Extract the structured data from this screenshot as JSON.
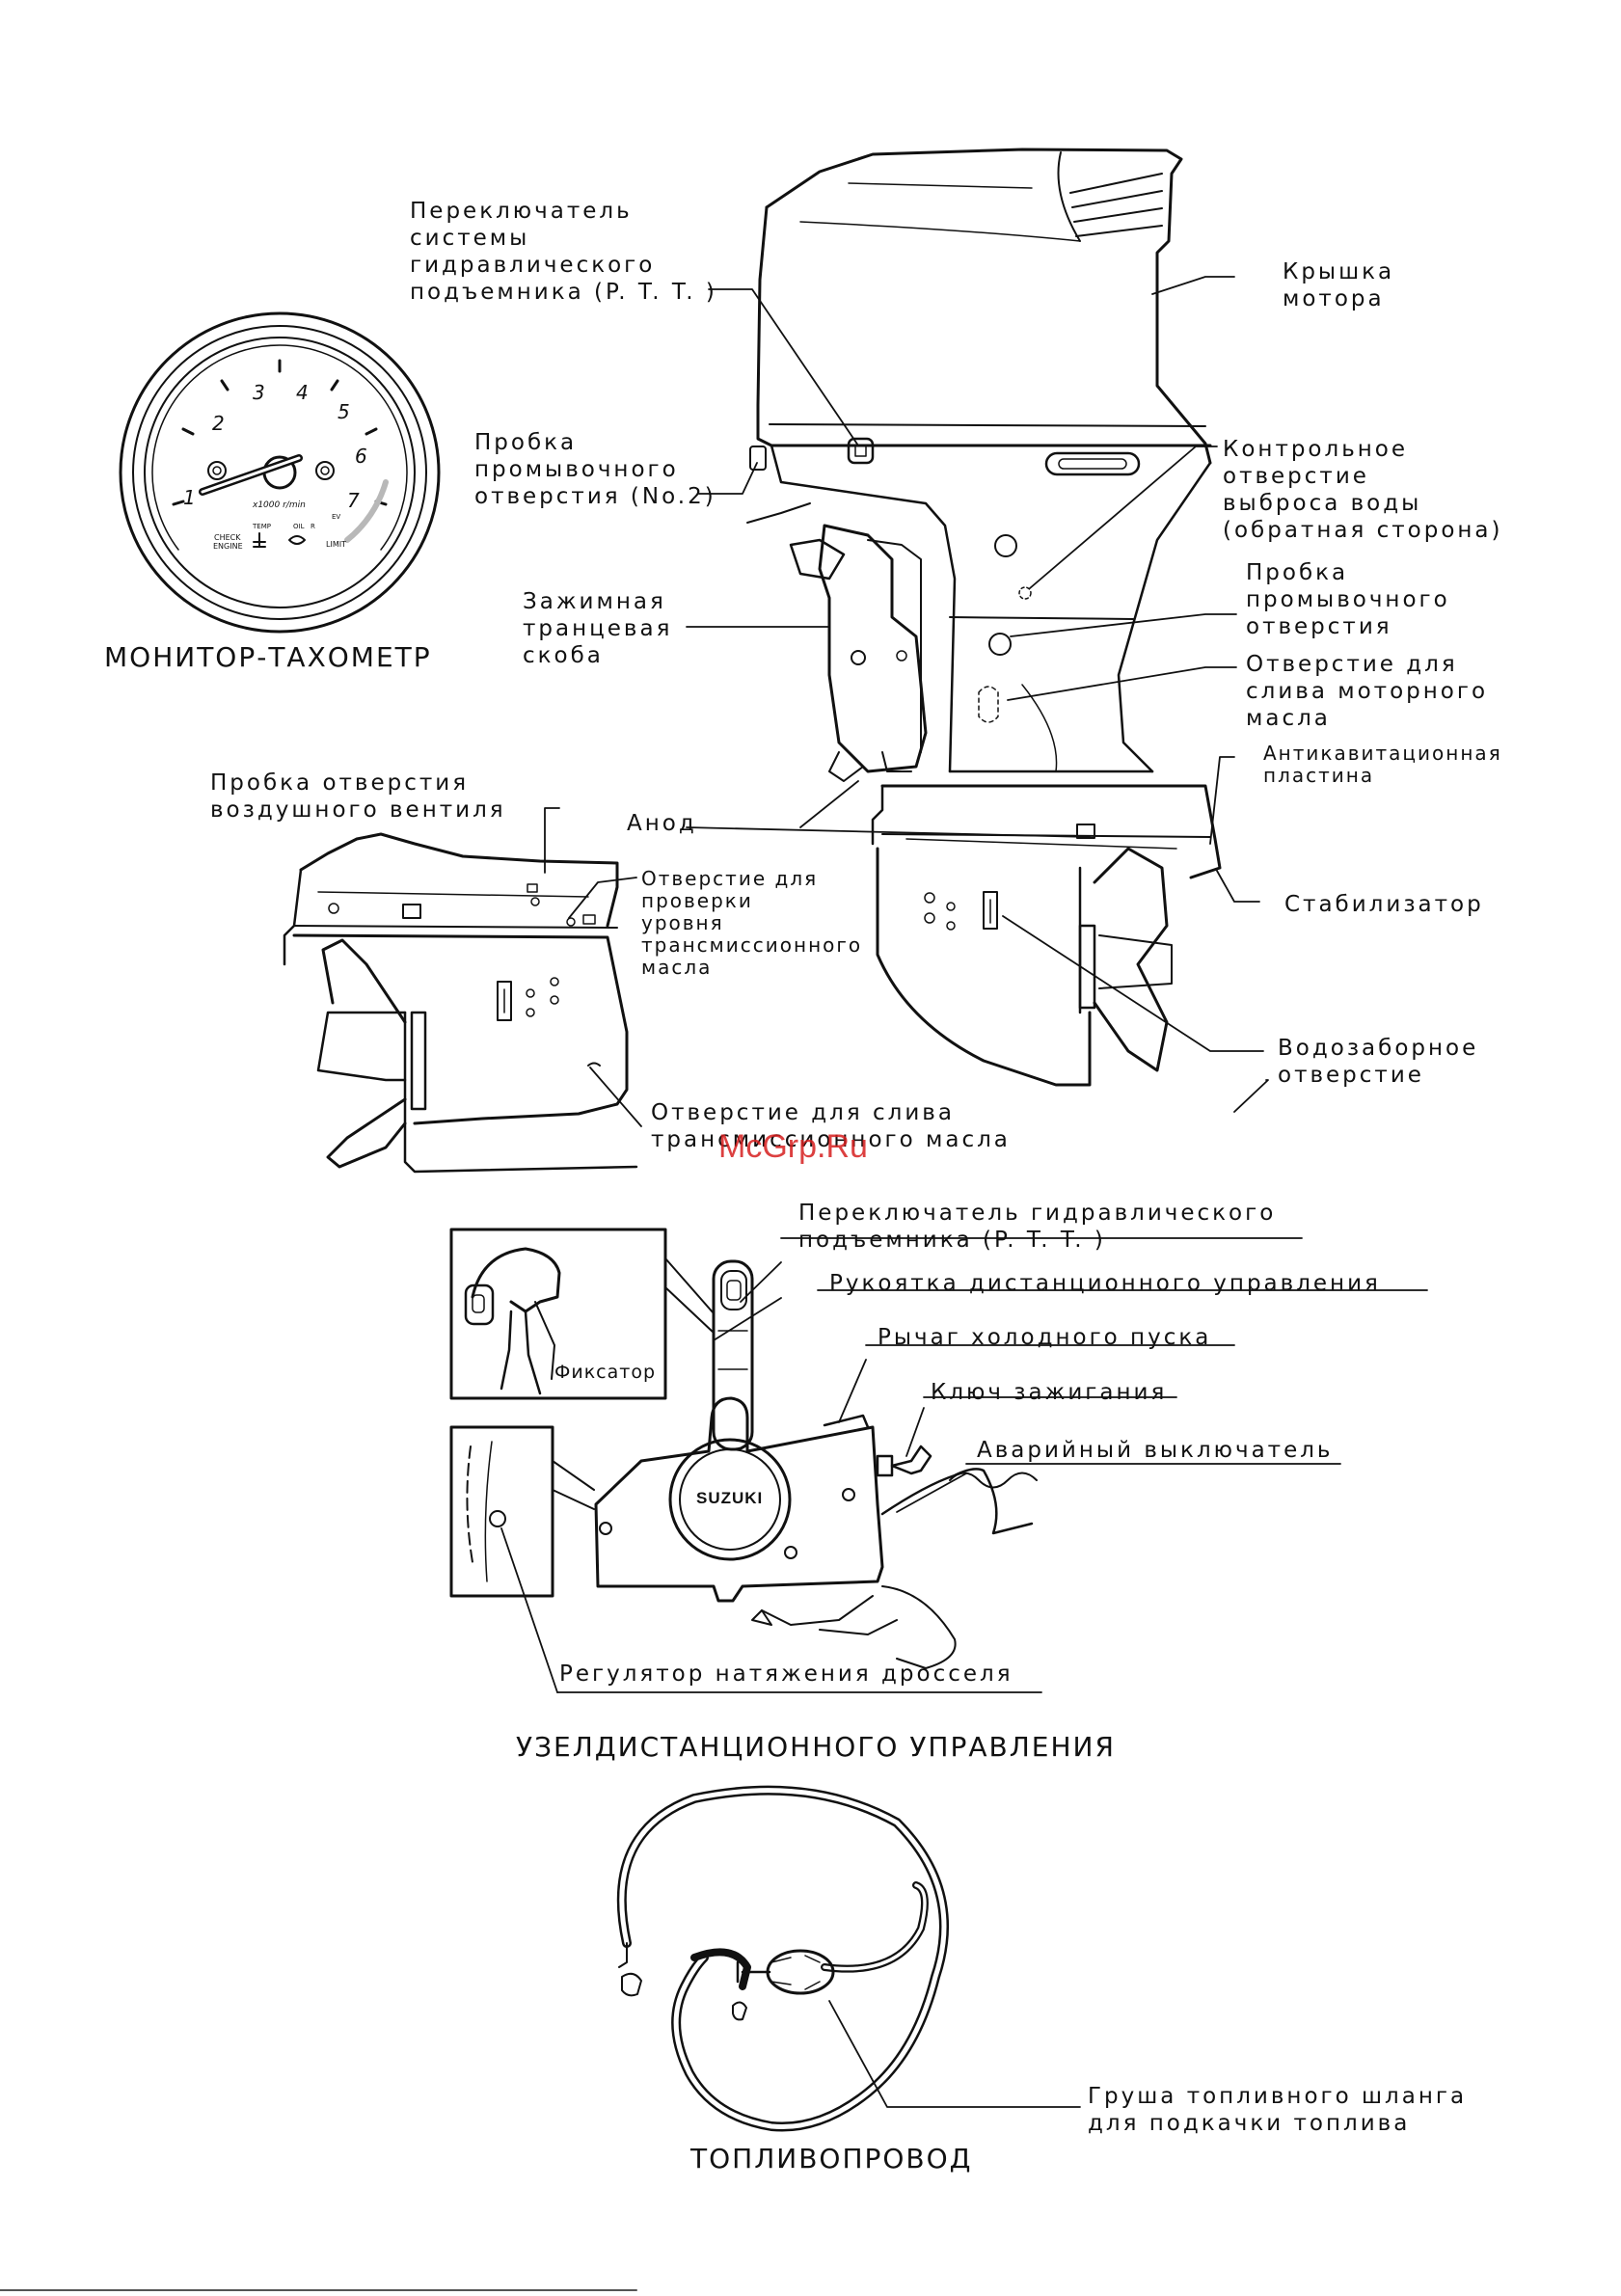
{
  "watermark": "McGrp.Ru",
  "captions": {
    "tachometer": "МОНИТОР-ТАХОМЕТР",
    "remote_control": "УЗЕЛДИСТАНЦИОННОГО УПРАВЛЕНИЯ",
    "fuel_line": "ТОПЛИВОПРОВОД"
  },
  "tachometer": {
    "numbers": [
      "1",
      "2",
      "3",
      "4",
      "5",
      "6",
      "7"
    ],
    "unit": "x1000 r/min",
    "check_engine_1": "CHECK",
    "check_engine_2": "ENGINE",
    "temp": "TEMP",
    "oil": "OIL",
    "ev": "EV",
    "r": "R",
    "limit": "LIMIT"
  },
  "motor_labels": {
    "ptt_switch": [
      "Переключатель",
      "системы",
      "гидравлического",
      "подъемника (P. T. T. )"
    ],
    "engine_cover": [
      "Крышка",
      "мотора"
    ],
    "flush_plug_2": [
      "Пробка",
      "промывочного",
      "отверстия (No.2)"
    ],
    "water_check": [
      "Контрольное",
      "отверстие",
      "выброса воды",
      "(обратная сторона)"
    ],
    "flush_plug": [
      "Пробка",
      "промывочного",
      "отверстия"
    ],
    "oil_drain": [
      "Отверстие для",
      "слива моторного",
      "масла"
    ],
    "transom_clamp": [
      "Зажимная",
      "транцевая",
      "скоба"
    ],
    "anti_cavitation": [
      "Антикавитационная",
      "пластина"
    ],
    "vent_plug": [
      "Пробка отверстия",
      "воздушного вентиля"
    ],
    "anode": "Анод",
    "stabilizer": "Стабилизатор",
    "gear_oil_level": [
      "Отверстие для",
      "проверки",
      "уровня",
      "трансмиссионного",
      "масла"
    ],
    "water_intake": [
      "Водозаборное",
      "отверстие"
    ],
    "gear_oil_drain": [
      "Отверстие для слива",
      "трансмиссионного масла"
    ]
  },
  "remote_labels": {
    "ptt_switch": [
      "Переключатель гидравлического",
      "подъемника (P. T. T. )"
    ],
    "handle": "Рукоятка дистанционного управления",
    "fast_idle": "Рычаг холодного пуска",
    "ignition_key": "Ключ зажигания",
    "emergency_stop": "Аварийный выключатель",
    "lock": "Фиксатор",
    "throttle_tension": "Регулятор натяжения дросселя",
    "brand": "SUZUKI"
  },
  "fuel_labels": {
    "primer_bulb": [
      "Груша топливного шланга",
      "для подкачки топлива"
    ]
  }
}
